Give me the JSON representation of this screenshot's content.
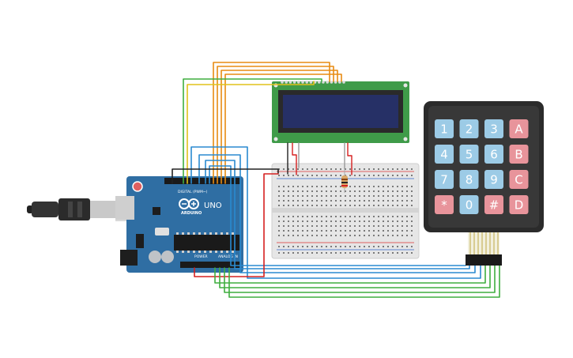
{
  "board": {
    "brand": "ARDUINO",
    "model": "UNO",
    "digital_label": "DIGITAL (PWM~)",
    "power_label": "POWER",
    "analog_label": "ANALOG IN"
  },
  "keypad": {
    "keys": [
      [
        "1",
        "2",
        "3",
        "A"
      ],
      [
        "4",
        "5",
        "6",
        "B"
      ],
      [
        "7",
        "8",
        "9",
        "C"
      ],
      [
        "*",
        "0",
        "#",
        "D"
      ]
    ]
  },
  "colors": {
    "board": "#2f6ea3",
    "keypad_body": "#2b2b2b",
    "digit_key": "#9ccbe6",
    "letter_key": "#e8949b",
    "lcd_pcb": "#3f9b49",
    "lcd_screen": "#263066",
    "wire_orange": "#e88b12",
    "wire_yellow": "#e0c21a",
    "wire_green": "#3fae3f",
    "wire_blue": "#2a8ad0",
    "wire_red": "#d62020",
    "wire_black": "#222222"
  }
}
